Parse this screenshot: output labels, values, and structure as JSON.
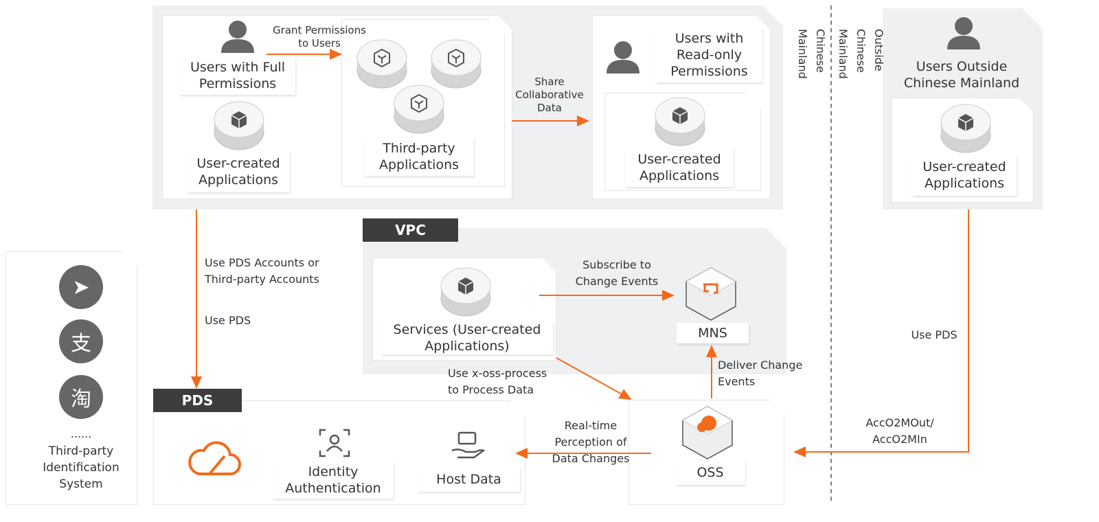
{
  "colors": {
    "accent": "#f26b1d",
    "panel": "#eff0f2",
    "tag": "#3d3d3d"
  },
  "top": {
    "full_users": "Users with Full Permissions",
    "user_apps_1": "User-created Applications",
    "grant": "Grant Permissions\nto Users",
    "third_party_apps": "Third-party Applications",
    "share": "Share\nCollaborative\nData",
    "readonly_users": "Users with Read-only Permissions",
    "user_apps_2": "User-created Applications"
  },
  "region": {
    "mainland": "Chinese\nMainland",
    "outside": "Outside\nChinese\nMainland"
  },
  "outside": {
    "users": "Users Outside Chinese Mainland",
    "user_apps": "User-created Applications",
    "use_pds": "Use PDS",
    "acc": "AccO2MOut/\nAccO2MIn"
  },
  "left": {
    "accounts": "Use PDS Accounts or\nThird-party Accounts",
    "use_pds": "Use PDS"
  },
  "idp": {
    "icons": [
      "dingtalk-icon",
      "alipay-icon",
      "taobao-icon"
    ],
    "alipay_glyph": "支",
    "taobao_glyph": "淘",
    "ellipsis": "......",
    "label": "Third-party\nIdentification\nSystem"
  },
  "vpc": {
    "tag": "VPC",
    "services": "Services (User-created Applications)",
    "subscribe": "Subscribe to\nChange Events",
    "mns": "MNS",
    "deliver": "Deliver Change\nEvents",
    "process": "Use x-oss-process\nto Process Data"
  },
  "pds": {
    "tag": "PDS",
    "identity": "Identity Authentication",
    "host": "Host Data",
    "realtime": "Real-time\nPerception of\nData Changes"
  },
  "oss": {
    "label": "OSS"
  }
}
